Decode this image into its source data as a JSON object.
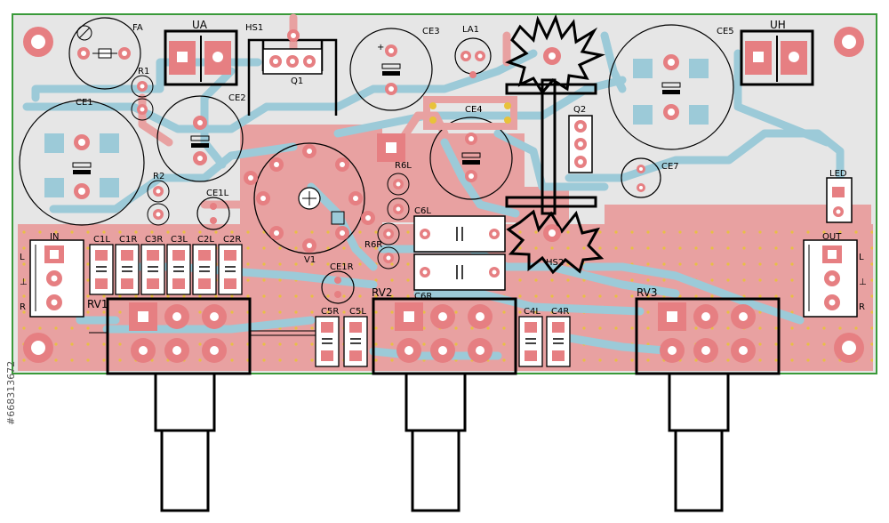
{
  "colors": {
    "board": "#e6e6e6",
    "outline": "#3a9a3a",
    "copper_top": "#e8a1a1",
    "copper_bottom": "#9ccad8",
    "pad": "#e67f82",
    "hole": "#ffffff",
    "silk": "#000000",
    "via": "#e8c23a"
  },
  "labels": {
    "fa": "FA",
    "ua": "UA",
    "hs1": "HS1",
    "q1": "Q1",
    "ce3": "CE3",
    "la1": "LA1",
    "uh": "UH",
    "ce5": "CE5",
    "r1": "R1",
    "ce1": "CE1",
    "ce2": "CE2",
    "ce4": "CE4",
    "q2": "Q2",
    "ce7": "CE7",
    "r2": "R2",
    "ce1l": "CE1L",
    "v1": "V1",
    "r6l": "R6L",
    "c6l": "C6L",
    "r6r": "R6R",
    "hs2": "HS2",
    "led": "LED",
    "in": "IN",
    "out": "OUT",
    "c1l": "C1L",
    "c1r": "C1R",
    "c3r": "C3R",
    "c3l": "C3L",
    "c2l": "C2L",
    "c2r": "C2R",
    "rv1": "RV1",
    "ce1r": "CE1R",
    "rv2": "RV2",
    "c6r": "C6R",
    "c5r": "C5R",
    "c5l": "C5L",
    "c4l": "C4L",
    "c4r": "C4R",
    "rv3": "RV3",
    "in_l": "L",
    "in_g": "⊥",
    "in_r": "R",
    "out_l": "L",
    "out_g": "⊥",
    "out_r": "R"
  },
  "stock_id": "#668313672"
}
